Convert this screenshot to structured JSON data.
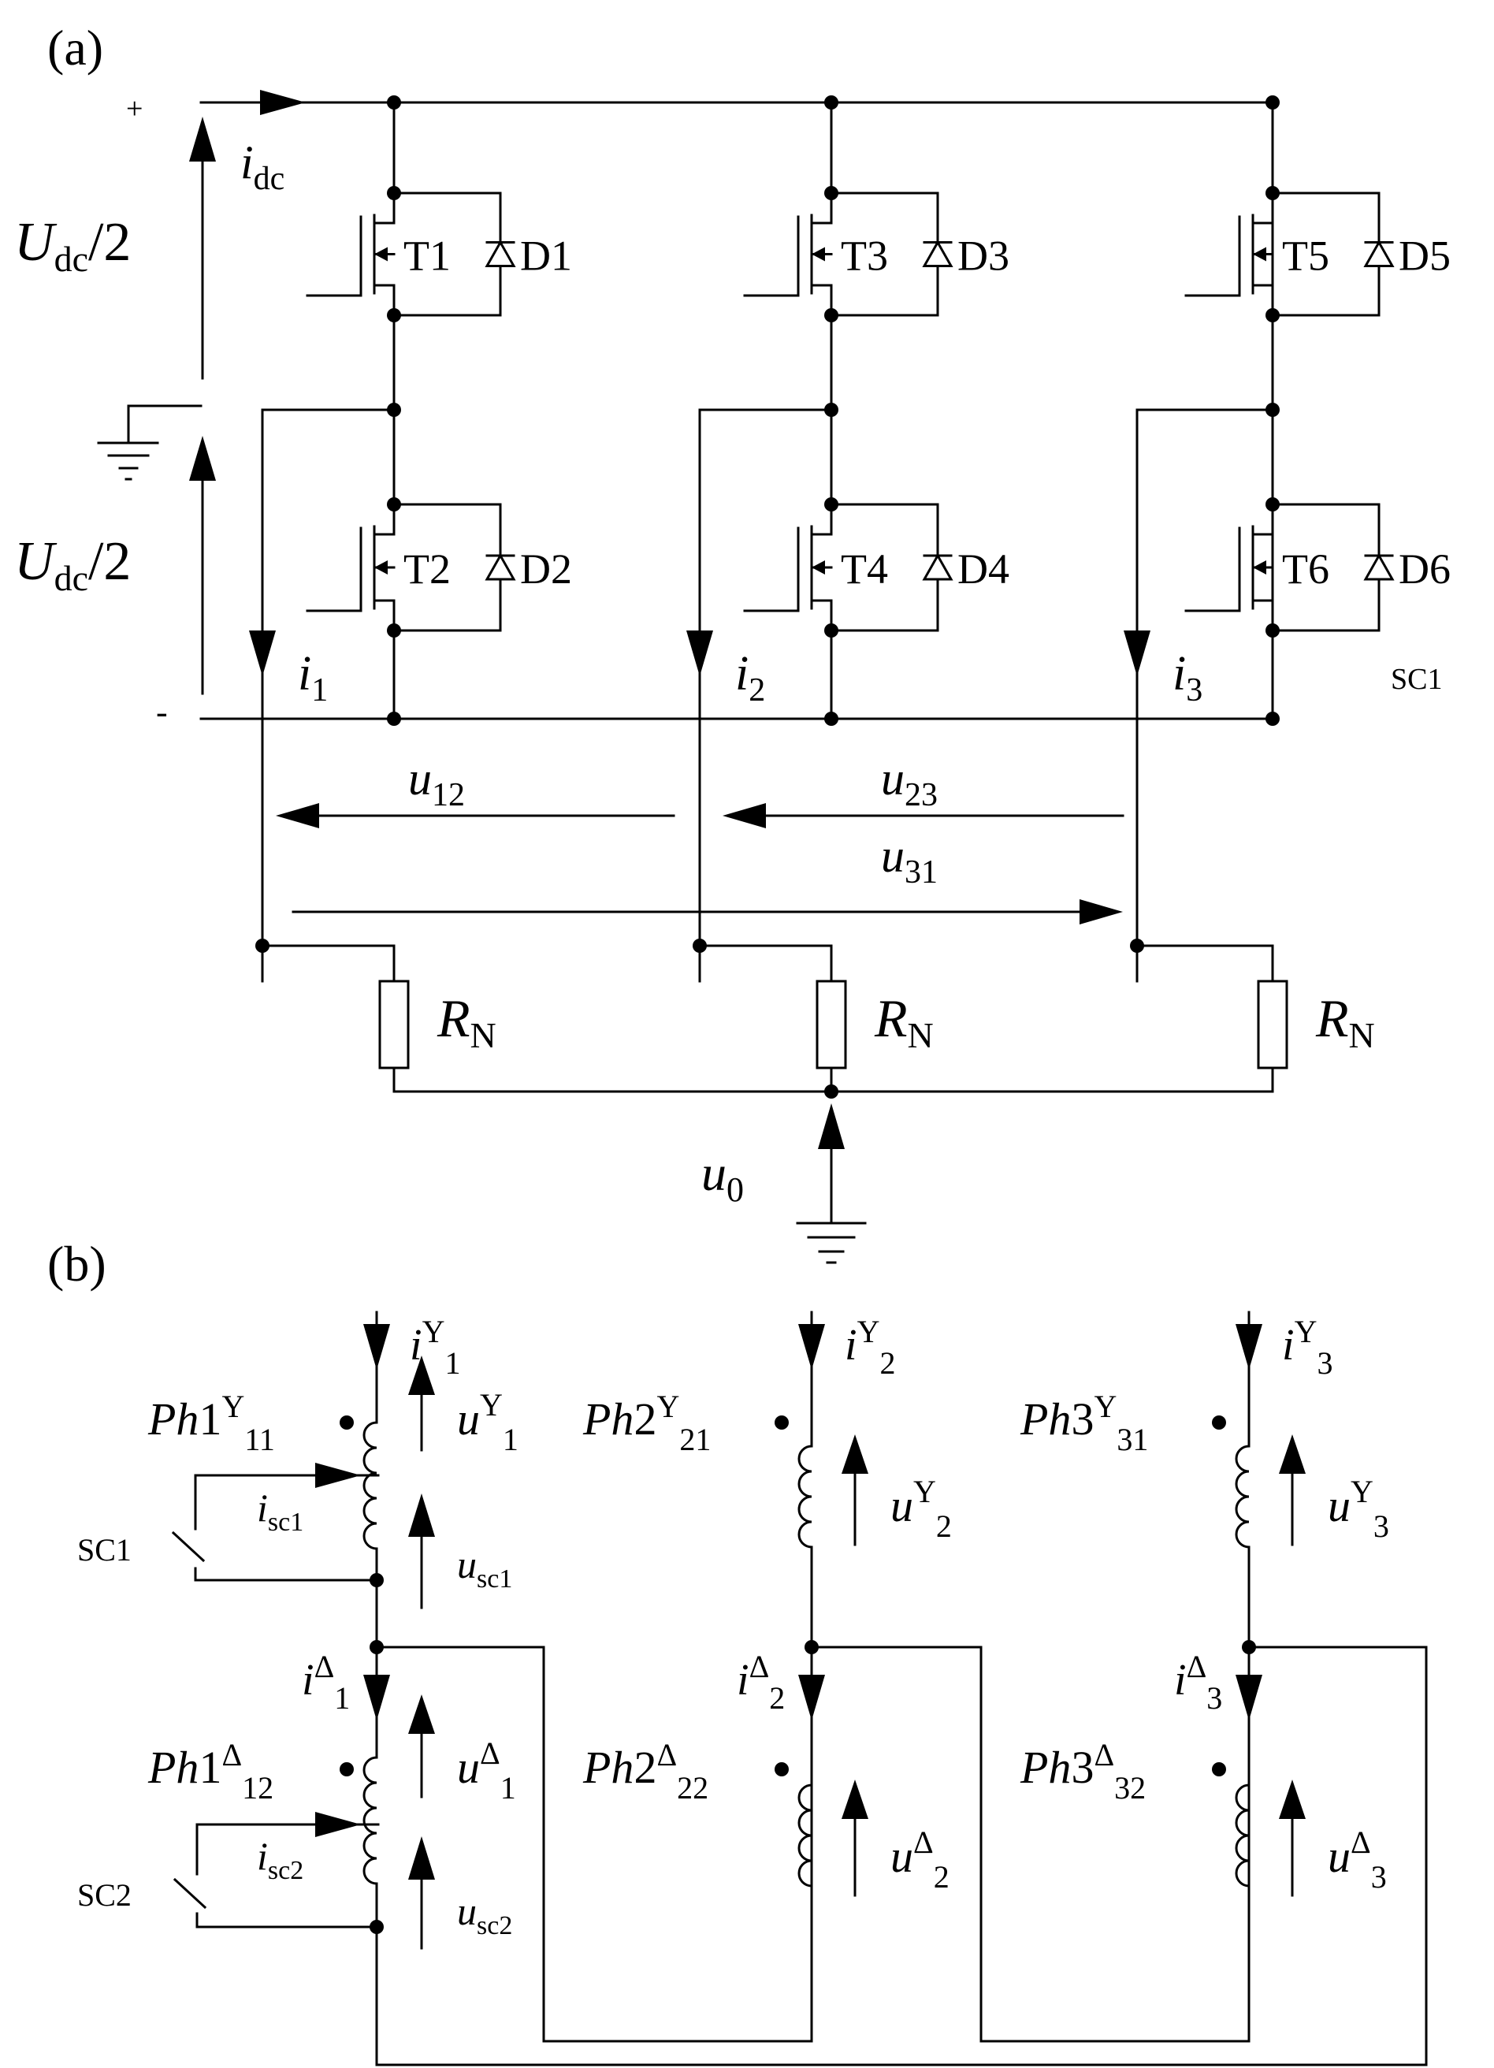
{
  "panel_a": {
    "label": "(a)",
    "plus": "+",
    "minus": "-",
    "idc": {
      "main": "i",
      "sub": "dc"
    },
    "udc_top": {
      "main": "U",
      "sub": "dc",
      "tail": "/2"
    },
    "udc_bot": {
      "main": "U",
      "sub": "dc",
      "tail": "/2"
    },
    "transistors": [
      "T1",
      "T2",
      "T3",
      "T4",
      "T5",
      "T6"
    ],
    "diodes": [
      "D1",
      "D2",
      "D3",
      "D4",
      "D5",
      "D6"
    ],
    "phase_currents": [
      {
        "main": "i",
        "sub": "1"
      },
      {
        "main": "i",
        "sub": "2"
      },
      {
        "main": "i",
        "sub": "3"
      }
    ],
    "sc1": "SC1",
    "u12": {
      "main": "u",
      "sub": "12"
    },
    "u23": {
      "main": "u",
      "sub": "23"
    },
    "u31": {
      "main": "u",
      "sub": "31"
    },
    "rn": [
      {
        "main": "R",
        "sub": "N"
      },
      {
        "main": "R",
        "sub": "N"
      },
      {
        "main": "R",
        "sub": "N"
      }
    ],
    "u0": {
      "main": "u",
      "sub": "0"
    }
  },
  "panel_b": {
    "label": "(b)",
    "y_currents": [
      {
        "main": "i",
        "sup": "Y",
        "sub": "1"
      },
      {
        "main": "i",
        "sup": "Y",
        "sub": "2"
      },
      {
        "main": "i",
        "sup": "Y",
        "sub": "3"
      }
    ],
    "y_coils": [
      {
        "main": "Ph",
        "num": "1",
        "sup": "Y",
        "sub": "11"
      },
      {
        "main": "Ph",
        "num": "2",
        "sup": "Y",
        "sub": "21"
      },
      {
        "main": "Ph",
        "num": "3",
        "sup": "Y",
        "sub": "31"
      }
    ],
    "y_voltages": [
      {
        "main": "u",
        "sup": "Y",
        "sub": "1"
      },
      {
        "main": "u",
        "sup": "Y",
        "sub": "2"
      },
      {
        "main": "u",
        "sup": "Y",
        "sub": "3"
      }
    ],
    "d_currents": [
      {
        "main": "i",
        "sup": "Δ",
        "sub": "1"
      },
      {
        "main": "i",
        "sup": "Δ",
        "sub": "2"
      },
      {
        "main": "i",
        "sup": "Δ",
        "sub": "3"
      }
    ],
    "d_coils": [
      {
        "main": "Ph",
        "num": "1",
        "sup": "Δ",
        "sub": "12"
      },
      {
        "main": "Ph",
        "num": "2",
        "sup": "Δ",
        "sub": "22"
      },
      {
        "main": "Ph",
        "num": "3",
        "sup": "Δ",
        "sub": "32"
      }
    ],
    "d_voltages": [
      {
        "main": "u",
        "sup": "Δ",
        "sub": "1"
      },
      {
        "main": "u",
        "sup": "Δ",
        "sub": "2"
      },
      {
        "main": "u",
        "sup": "Δ",
        "sub": "3"
      }
    ],
    "isc1": {
      "main": "i",
      "sub": "sc1"
    },
    "usc1": {
      "main": "u",
      "sub": "sc1"
    },
    "isc2": {
      "main": "i",
      "sub": "sc2"
    },
    "usc2": {
      "main": "u",
      "sub": "sc2"
    },
    "sc1": "SC1",
    "sc2": "SC2"
  }
}
